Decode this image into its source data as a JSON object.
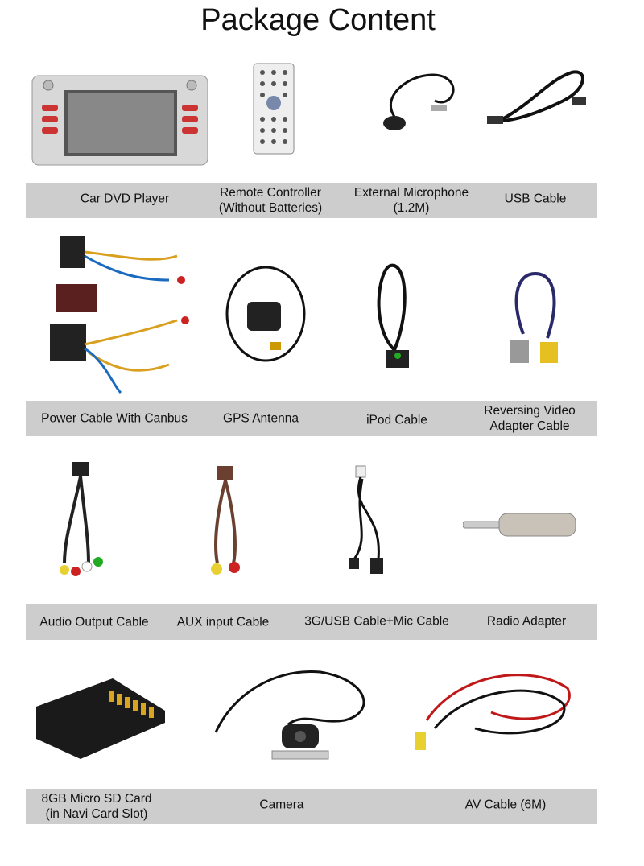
{
  "title": "Package Content",
  "rows": [
    {
      "items": [
        {
          "label": "Car DVD Player",
          "icon": "car-dvd-player"
        },
        {
          "label": "Remote Controller\n(Without Batteries)",
          "icon": "remote-controller"
        },
        {
          "label": "External Microphone\n(1.2M)",
          "icon": "microphone"
        },
        {
          "label": "USB Cable",
          "icon": "usb-cable"
        }
      ]
    },
    {
      "items": [
        {
          "label": "Power Cable With Canbus",
          "icon": "power-cable"
        },
        {
          "label": "GPS Antenna",
          "icon": "gps-antenna"
        },
        {
          "label": "iPod Cable",
          "icon": "ipod-cable"
        },
        {
          "label": "Reversing Video\nAdapter Cable",
          "icon": "reversing-cable"
        }
      ]
    },
    {
      "items": [
        {
          "label": "Audio Output Cable",
          "icon": "audio-cable"
        },
        {
          "label": "AUX input Cable",
          "icon": "aux-cable"
        },
        {
          "label": "3G/USB Cable+Mic Cable",
          "icon": "usb-mic-cable"
        },
        {
          "label": "Radio Adapter",
          "icon": "radio-adapter"
        }
      ]
    },
    {
      "items": [
        {
          "label": "8GB Micro SD Card\n(in Navi Card Slot)",
          "icon": "sd-card"
        },
        {
          "label": "Camera",
          "icon": "camera"
        },
        {
          "label": "AV Cable (6M)",
          "icon": "av-cable"
        }
      ]
    }
  ]
}
